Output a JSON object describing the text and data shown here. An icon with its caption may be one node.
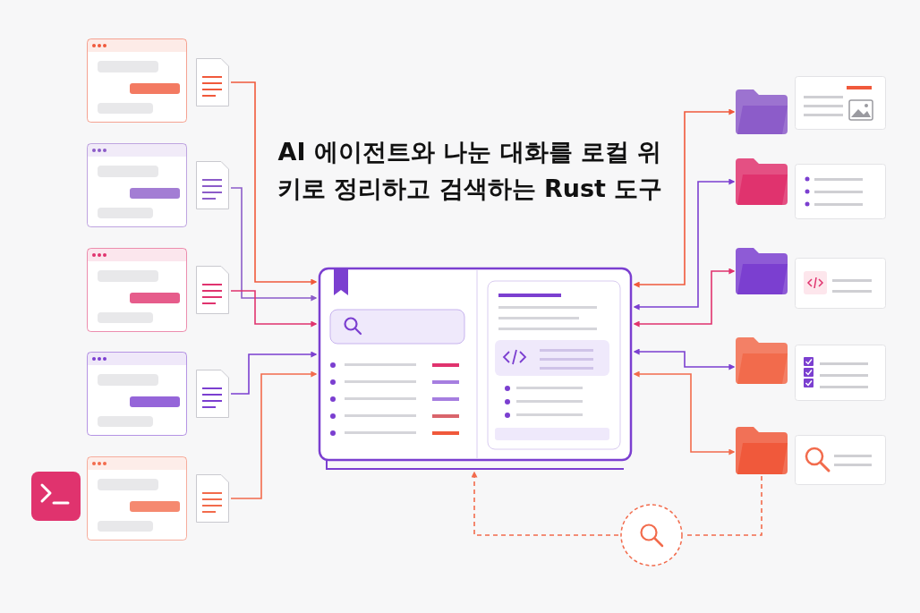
{
  "diagram": {
    "title": "AI 에이전트와 나눈 대화를 로컬 위키로 정리하고 검색하는 Rust 도구",
    "nodes": [
      {
        "text": [],
        "shape": "box"
      },
      {
        "text": [],
        "shape": "box"
      },
      {
        "text": [],
        "shape": "box"
      },
      {
        "text": [],
        "shape": "box"
      },
      {
        "text": [],
        "shape": "box"
      },
      {
        "text": [],
        "shape": "document"
      },
      {
        "text": [],
        "shape": "document"
      },
      {
        "text": [],
        "shape": "document"
      },
      {
        "text": [],
        "shape": "document"
      },
      {
        "text": [],
        "shape": "document"
      },
      {
        "text": [],
        "shape": "book"
      },
      {
        "text": [],
        "shape": "folder"
      },
      {
        "text": [],
        "shape": "folder"
      },
      {
        "text": [],
        "shape": "folder"
      },
      {
        "text": [],
        "shape": "folder"
      },
      {
        "text": [],
        "shape": "folder"
      },
      {
        "text": [],
        "shape": "box"
      },
      {
        "text": [],
        "shape": "box"
      },
      {
        "text": [],
        "shape": "box"
      },
      {
        "text": [],
        "shape": "box"
      },
      {
        "text": [],
        "shape": "box"
      },
      {
        "text": [],
        "shape": "circle"
      }
    ],
    "edges": [
      {
        "from": 5,
        "to": 10,
        "arrow": "to",
        "color": "#f0593b"
      },
      {
        "from": 6,
        "to": 10,
        "arrow": "to",
        "color": "#8c5cc9"
      },
      {
        "from": 7,
        "to": 10,
        "arrow": "to",
        "color": "#e0336e"
      },
      {
        "from": 8,
        "to": 10,
        "arrow": "to",
        "color": "#7b3fd0"
      },
      {
        "from": 9,
        "to": 10,
        "arrow": "to",
        "color": "#f26b4c"
      },
      {
        "from": 10,
        "to": 11,
        "arrow": "both",
        "color": "#f0593b"
      },
      {
        "from": 10,
        "to": 12,
        "arrow": "both",
        "color": "#7b3fd0"
      },
      {
        "from": 10,
        "to": 13,
        "arrow": "both",
        "color": "#e0336e"
      },
      {
        "from": 10,
        "to": 14,
        "arrow": "both",
        "color": "#7b3fd0"
      },
      {
        "from": 10,
        "to": 15,
        "arrow": "both",
        "color": "#f26b4c"
      },
      {
        "from": 15,
        "to": 21,
        "arrow": "none",
        "style": "dashed",
        "color": "#f26b4c"
      },
      {
        "from": 21,
        "to": 10,
        "arrow": "to",
        "style": "dashed",
        "color": "#f26b4c"
      }
    ]
  }
}
